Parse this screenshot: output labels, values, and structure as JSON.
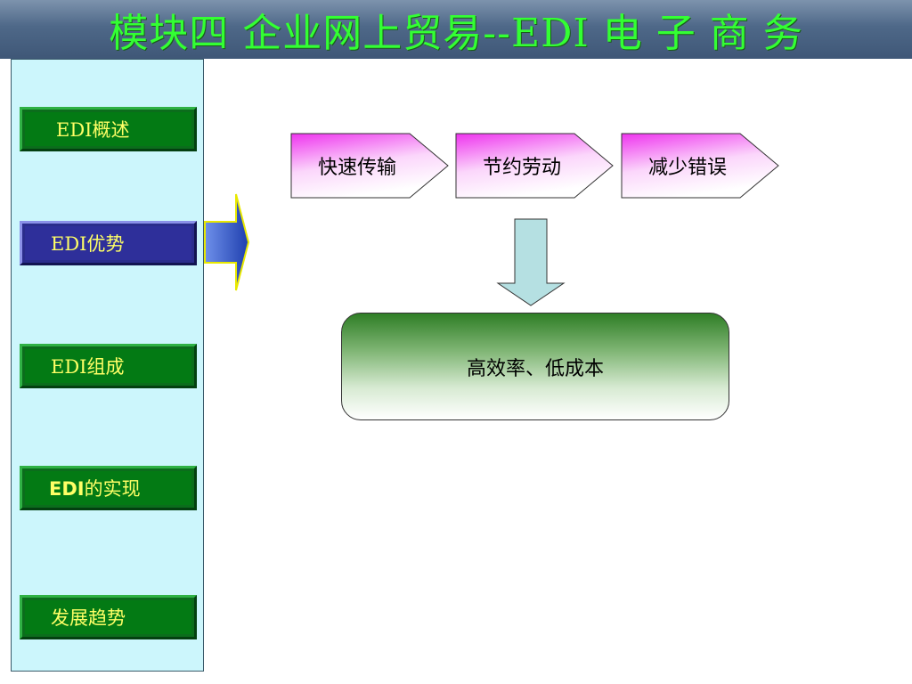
{
  "title": "模块四  企业网上贸易--EDI 电 子 商 务",
  "sidebar": {
    "items": [
      {
        "label": "EDI概述",
        "state": "normal"
      },
      {
        "label": "EDI优势",
        "state": "active"
      },
      {
        "label": "EDI组成",
        "state": "normal"
      },
      {
        "label_latin": "EDI",
        "label_cn": "的实现",
        "state": "normal"
      },
      {
        "label": "发展趋势",
        "state": "normal"
      }
    ]
  },
  "flow": {
    "steps": [
      "快速传输",
      "节约劳动",
      "减少错误"
    ],
    "result": "高效率、低成本"
  },
  "colors": {
    "title_text": "#33ff33",
    "sidebar_bg": "#ccf6fc",
    "nav_green": "#037a14",
    "nav_active": "#2e2f9a",
    "nav_text": "#ffff66",
    "chevron_gradient_start": "#ee33ee",
    "down_arrow_fill": "#b5e0e2",
    "pointer_arrow": "#2f56c8"
  },
  "icons": {
    "pointer": "right-arrow-icon",
    "flow_down": "down-arrow-icon"
  }
}
